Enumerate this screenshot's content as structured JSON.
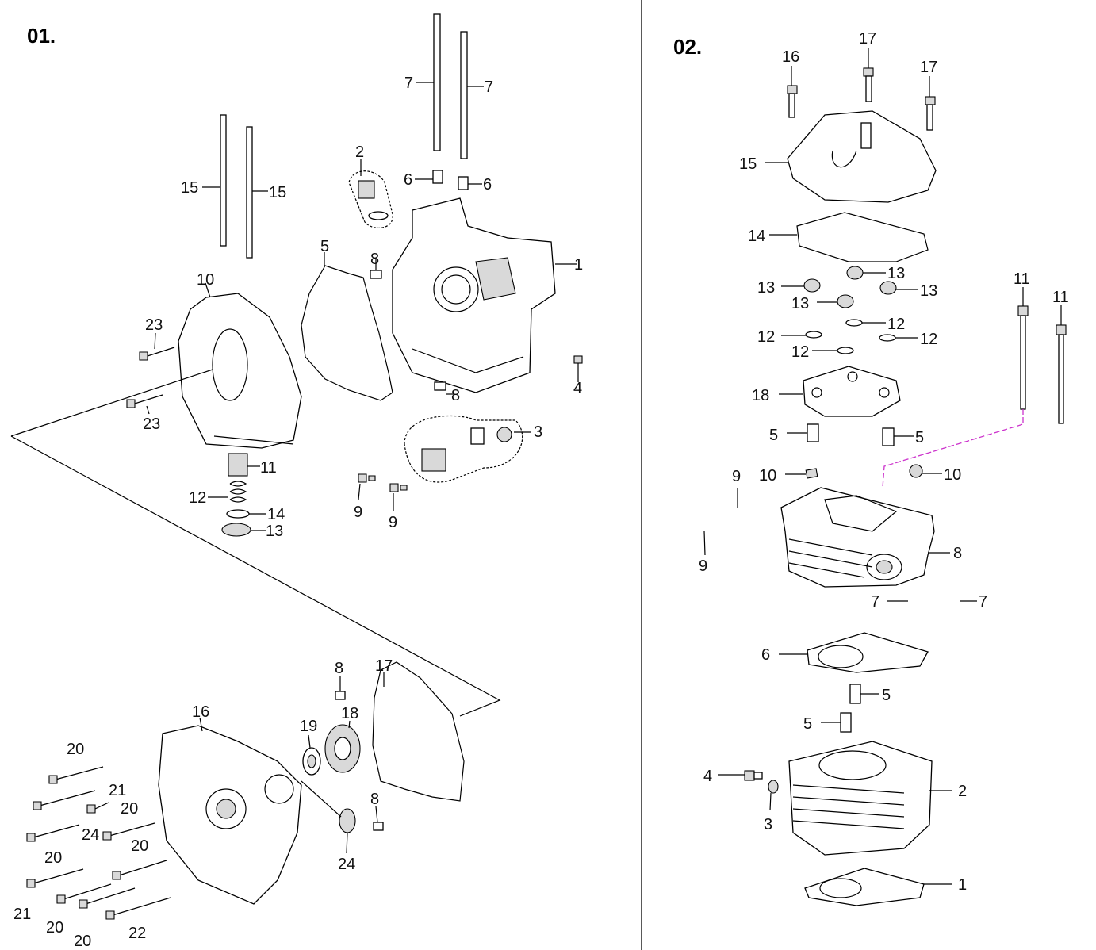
{
  "sections": [
    {
      "title": "01."
    },
    {
      "title": "02."
    }
  ],
  "callouts_01": [
    "1",
    "2",
    "3",
    "4",
    "5",
    "6",
    "6",
    "7",
    "7",
    "8",
    "8",
    "9",
    "9",
    "10",
    "11",
    "12",
    "13",
    "14",
    "15",
    "15",
    "16",
    "17",
    "18",
    "19",
    "20",
    "20",
    "20",
    "20",
    "20",
    "21",
    "21",
    "22",
    "23",
    "23",
    "24",
    "24",
    "8",
    "8"
  ],
  "callouts_02": [
    "1",
    "2",
    "3",
    "4",
    "5",
    "5",
    "5",
    "5",
    "6",
    "7",
    "7",
    "8",
    "9",
    "9",
    "10",
    "10",
    "11",
    "11",
    "12",
    "12",
    "12",
    "12",
    "13",
    "13",
    "13",
    "13",
    "14",
    "15",
    "16",
    "17",
    "17",
    "18"
  ],
  "colors": {
    "line": "#000000",
    "leader_dashed": "#cc33cc",
    "background": "#ffffff"
  }
}
